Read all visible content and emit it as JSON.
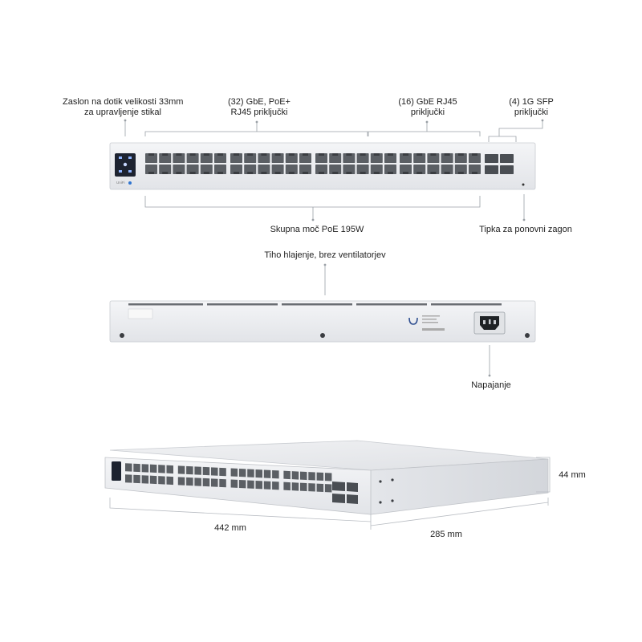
{
  "front_view": {
    "callouts": {
      "touchscreen": {
        "line1": "Zaslon na dotik velikosti 33mm",
        "line2": "za upravljenje stikal"
      },
      "poe_ports": {
        "line1": "(32) GbE, PoE+",
        "line2": "RJ45 priključki"
      },
      "gbe_ports": {
        "line1": "(16) GbE RJ45",
        "line2": "priključki"
      },
      "sfp_ports": {
        "line1": "(4) 1G SFP",
        "line2": "priključki"
      },
      "total_poe": "Skupna moč PoE 195W",
      "reset_button": "Tipka za ponovni zagon"
    },
    "brand_text": "UniFi"
  },
  "rear_view": {
    "callouts": {
      "fanless": "Tiho hlajenje, brez ventilatorjev",
      "power": "Napajanje"
    }
  },
  "iso_view": {
    "dimensions": {
      "height": "44 mm",
      "width": "442 mm",
      "depth": "285 mm"
    }
  },
  "colors": {
    "chassis": "#e9ebee",
    "port_cavity": "#5b5f64",
    "screen": "#1d2330",
    "accent": "#2f74d0"
  }
}
